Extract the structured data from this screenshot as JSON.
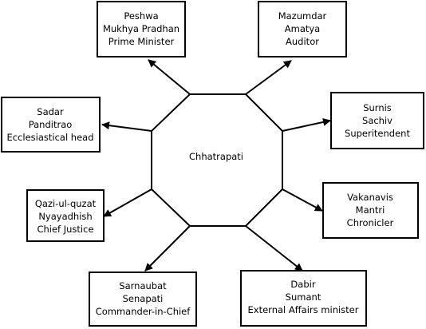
{
  "center": {
    "label": "Chhatrapati"
  },
  "minister_nodes": [
    {
      "id": "peshwa",
      "lines": [
        "Peshwa",
        "Mukhya Pradhan",
        "Prime Minister"
      ]
    },
    {
      "id": "mazumdar",
      "lines": [
        "Mazumdar",
        "Amatya",
        "Auditor"
      ]
    },
    {
      "id": "sadar",
      "lines": [
        "Sadar",
        "Panditrao",
        "Ecclesiastical head"
      ]
    },
    {
      "id": "surnis",
      "lines": [
        "Surnis",
        "Sachiv",
        "Superitendent"
      ]
    },
    {
      "id": "qazi",
      "lines": [
        "Qazi-ul-quzat",
        "Nyayadhish",
        "Chief Justice"
      ]
    },
    {
      "id": "vakanavis",
      "lines": [
        "Vakanavis",
        "Mantri",
        "Chronicler"
      ]
    },
    {
      "id": "sarnaubat",
      "lines": [
        "Sarnaubat",
        "Senapati",
        "Commander-in-Chief"
      ]
    },
    {
      "id": "dabir",
      "lines": [
        "Dabir",
        "Sumant",
        "External Affairs minister"
      ]
    }
  ],
  "colors": {
    "stroke": "#000000",
    "fill": "#ffffff",
    "text": "#000000"
  }
}
